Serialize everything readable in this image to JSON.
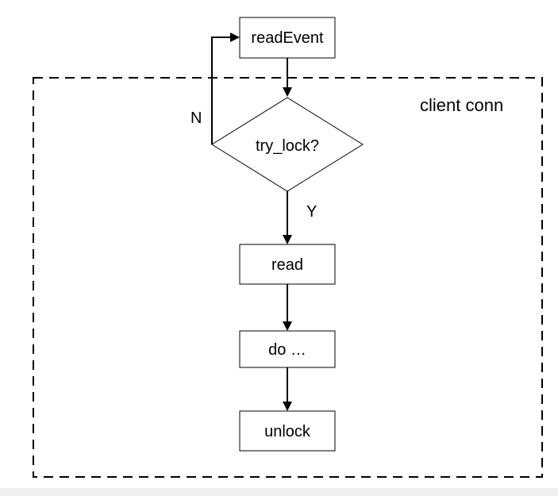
{
  "diagram": {
    "group": {
      "label": "client conn",
      "label_color": "#e02a1d"
    },
    "nodes": {
      "read_event": "readEvent",
      "try_lock": "try_lock?",
      "read": "read",
      "do": "do …",
      "unlock": "unlock"
    },
    "edges": {
      "no_label": "N",
      "yes_label": "Y"
    }
  }
}
